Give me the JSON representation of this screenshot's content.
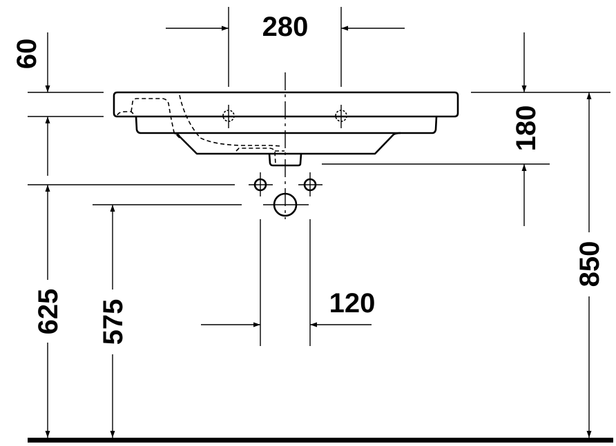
{
  "drawing": {
    "title": "Washbasin front elevation with dimensions",
    "units": "mm",
    "colors": {
      "line": "#000000",
      "background": "#ffffff"
    },
    "dimensions": {
      "tap_hole_spacing": {
        "label": "280",
        "value": 280
      },
      "rim_thickness": {
        "label": "60",
        "value": 60
      },
      "basin_depth": {
        "label": "180",
        "value": 180
      },
      "supply_height": {
        "label": "625",
        "value": 625
      },
      "waste_height": {
        "label": "575",
        "value": 575
      },
      "supply_spacing": {
        "label": "120",
        "value": 120
      },
      "rim_height": {
        "label": "850",
        "value": 850
      }
    },
    "features": [
      "basin-body",
      "overflow-hidden-line",
      "tap-holes",
      "waste-outlet",
      "water-supply-connections",
      "waste-connection",
      "floor-line"
    ]
  }
}
